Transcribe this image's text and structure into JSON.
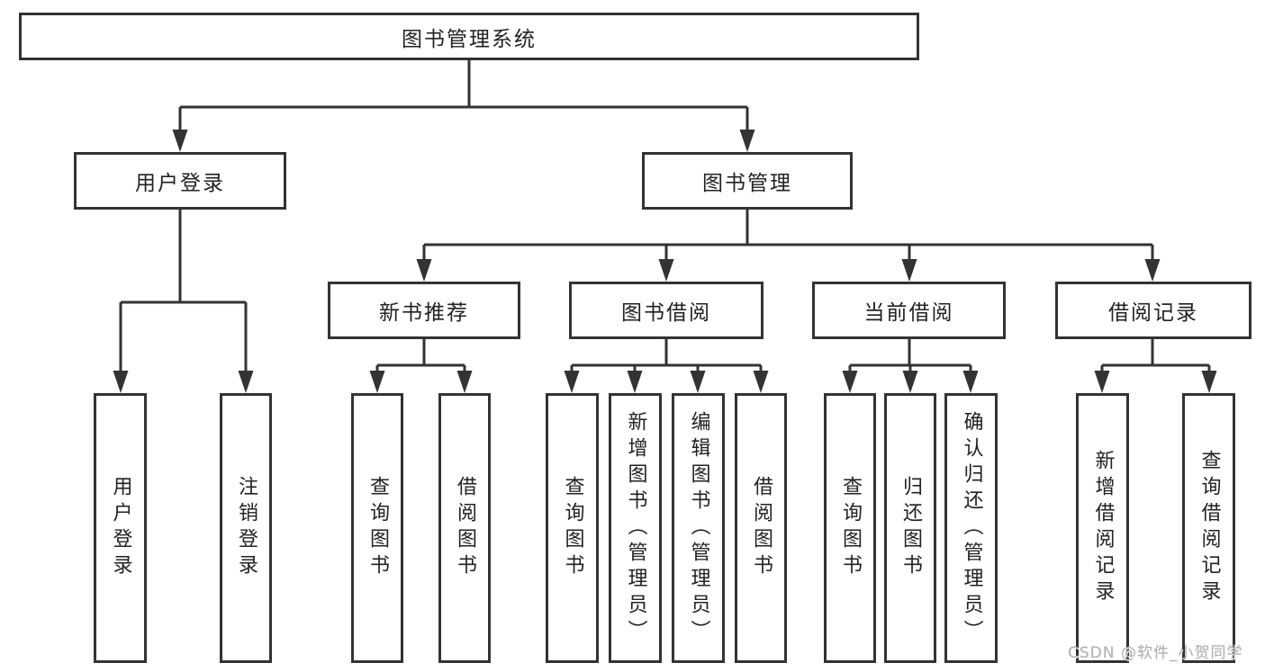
{
  "line_color": "#333333",
  "text_color": "#222222",
  "watermark": "CSDN @软件_小贺同学",
  "tree": {
    "root": {
      "label": "图书管理系统"
    },
    "branches": [
      {
        "label": "用户登录",
        "children": [
          {
            "label": "用户登录"
          },
          {
            "label": "注销登录"
          }
        ]
      },
      {
        "label": "图书管理",
        "children": [
          {
            "label": "新书推荐",
            "children": [
              {
                "label": "查询图书"
              },
              {
                "label": "借阅图书"
              }
            ]
          },
          {
            "label": "图书借阅",
            "children": [
              {
                "label": "查询图书"
              },
              {
                "label": "新增图书（管理员）"
              },
              {
                "label": "编辑图书（管理员）"
              },
              {
                "label": "借阅图书"
              }
            ]
          },
          {
            "label": "当前借阅",
            "children": [
              {
                "label": "查询图书"
              },
              {
                "label": "归还图书"
              },
              {
                "label": "确认归还（管理员）"
              }
            ]
          },
          {
            "label": "借阅记录",
            "children": [
              {
                "label": "新增借阅记录"
              },
              {
                "label": "查询借阅记录"
              }
            ]
          }
        ]
      }
    ]
  }
}
